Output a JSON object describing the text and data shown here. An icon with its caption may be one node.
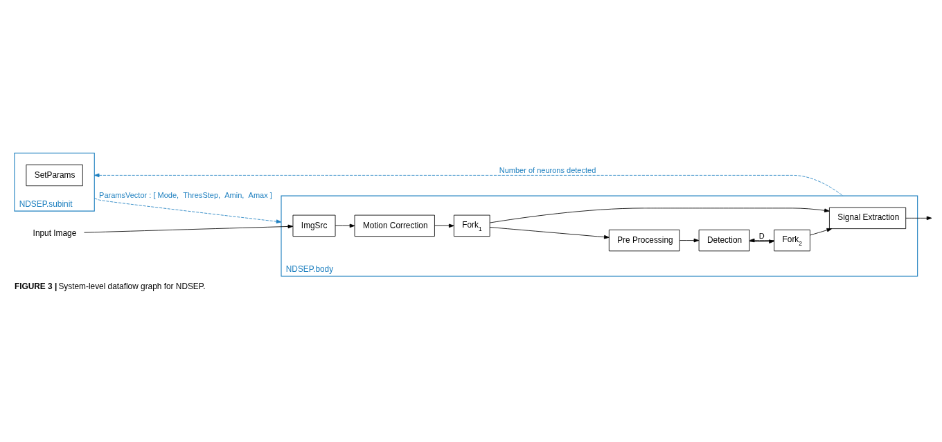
{
  "diagram": {
    "caption": "**FIGURE 3 |** System-level dataflow graph for NDSEP.",
    "nodes": [
      {
        "text": [
          "NDSEP.subinit"
        ]
      },
      {
        "text": [
          "SetParams"
        ],
        "in": 0
      },
      {
        "text": [
          "NDSEP.body"
        ]
      },
      {
        "text": [
          "Input Image"
        ]
      },
      {
        "text": [
          "ImgSrc"
        ],
        "in": 2
      },
      {
        "text": [
          "Motion Correction"
        ],
        "in": 2
      },
      {
        "text": [
          "Fork$_{1}$"
        ],
        "in": 2
      },
      {
        "text": [
          "Pre Processing"
        ],
        "in": 2
      },
      {
        "text": [
          "Detection"
        ],
        "in": 2
      },
      {
        "text": [
          "Fork$_{2}$"
        ],
        "in": 2
      },
      {
        "text": [
          "Signal Extraction"
        ],
        "in": 2
      }
    ],
    "edges": [
      {
        "from": 3,
        "to": 4,
        "arrow": "to"
      },
      {
        "from": 4,
        "to": 5,
        "arrow": "to"
      },
      {
        "from": 5,
        "to": 6,
        "arrow": "to"
      },
      {
        "from": 6,
        "to": 7,
        "arrow": "to"
      },
      {
        "from": 7,
        "to": 8,
        "arrow": "to"
      },
      {
        "from": 8,
        "to": 9,
        "arrow": "to"
      },
      {
        "from": 9,
        "to": 10,
        "arrow": "to"
      },
      {
        "from": 10,
        "to": null,
        "arrow": "to"
      },
      {
        "from": 9,
        "to": 8,
        "label": "D",
        "arrow": "to"
      },
      {
        "from": 6,
        "to": 10,
        "arrow": "to"
      },
      {
        "from": 0,
        "to": 2,
        "label": "ParamsVector : [ Mode,  ThresStep,  Amin,  Amax ]",
        "arrow": "to",
        "style": "dashed",
        "color": "#1f80c0"
      },
      {
        "from": 2,
        "to": 0,
        "label": "Number of neurons detected",
        "arrow": "to",
        "style": "dashed",
        "color": "#1f80c0"
      }
    ]
  }
}
